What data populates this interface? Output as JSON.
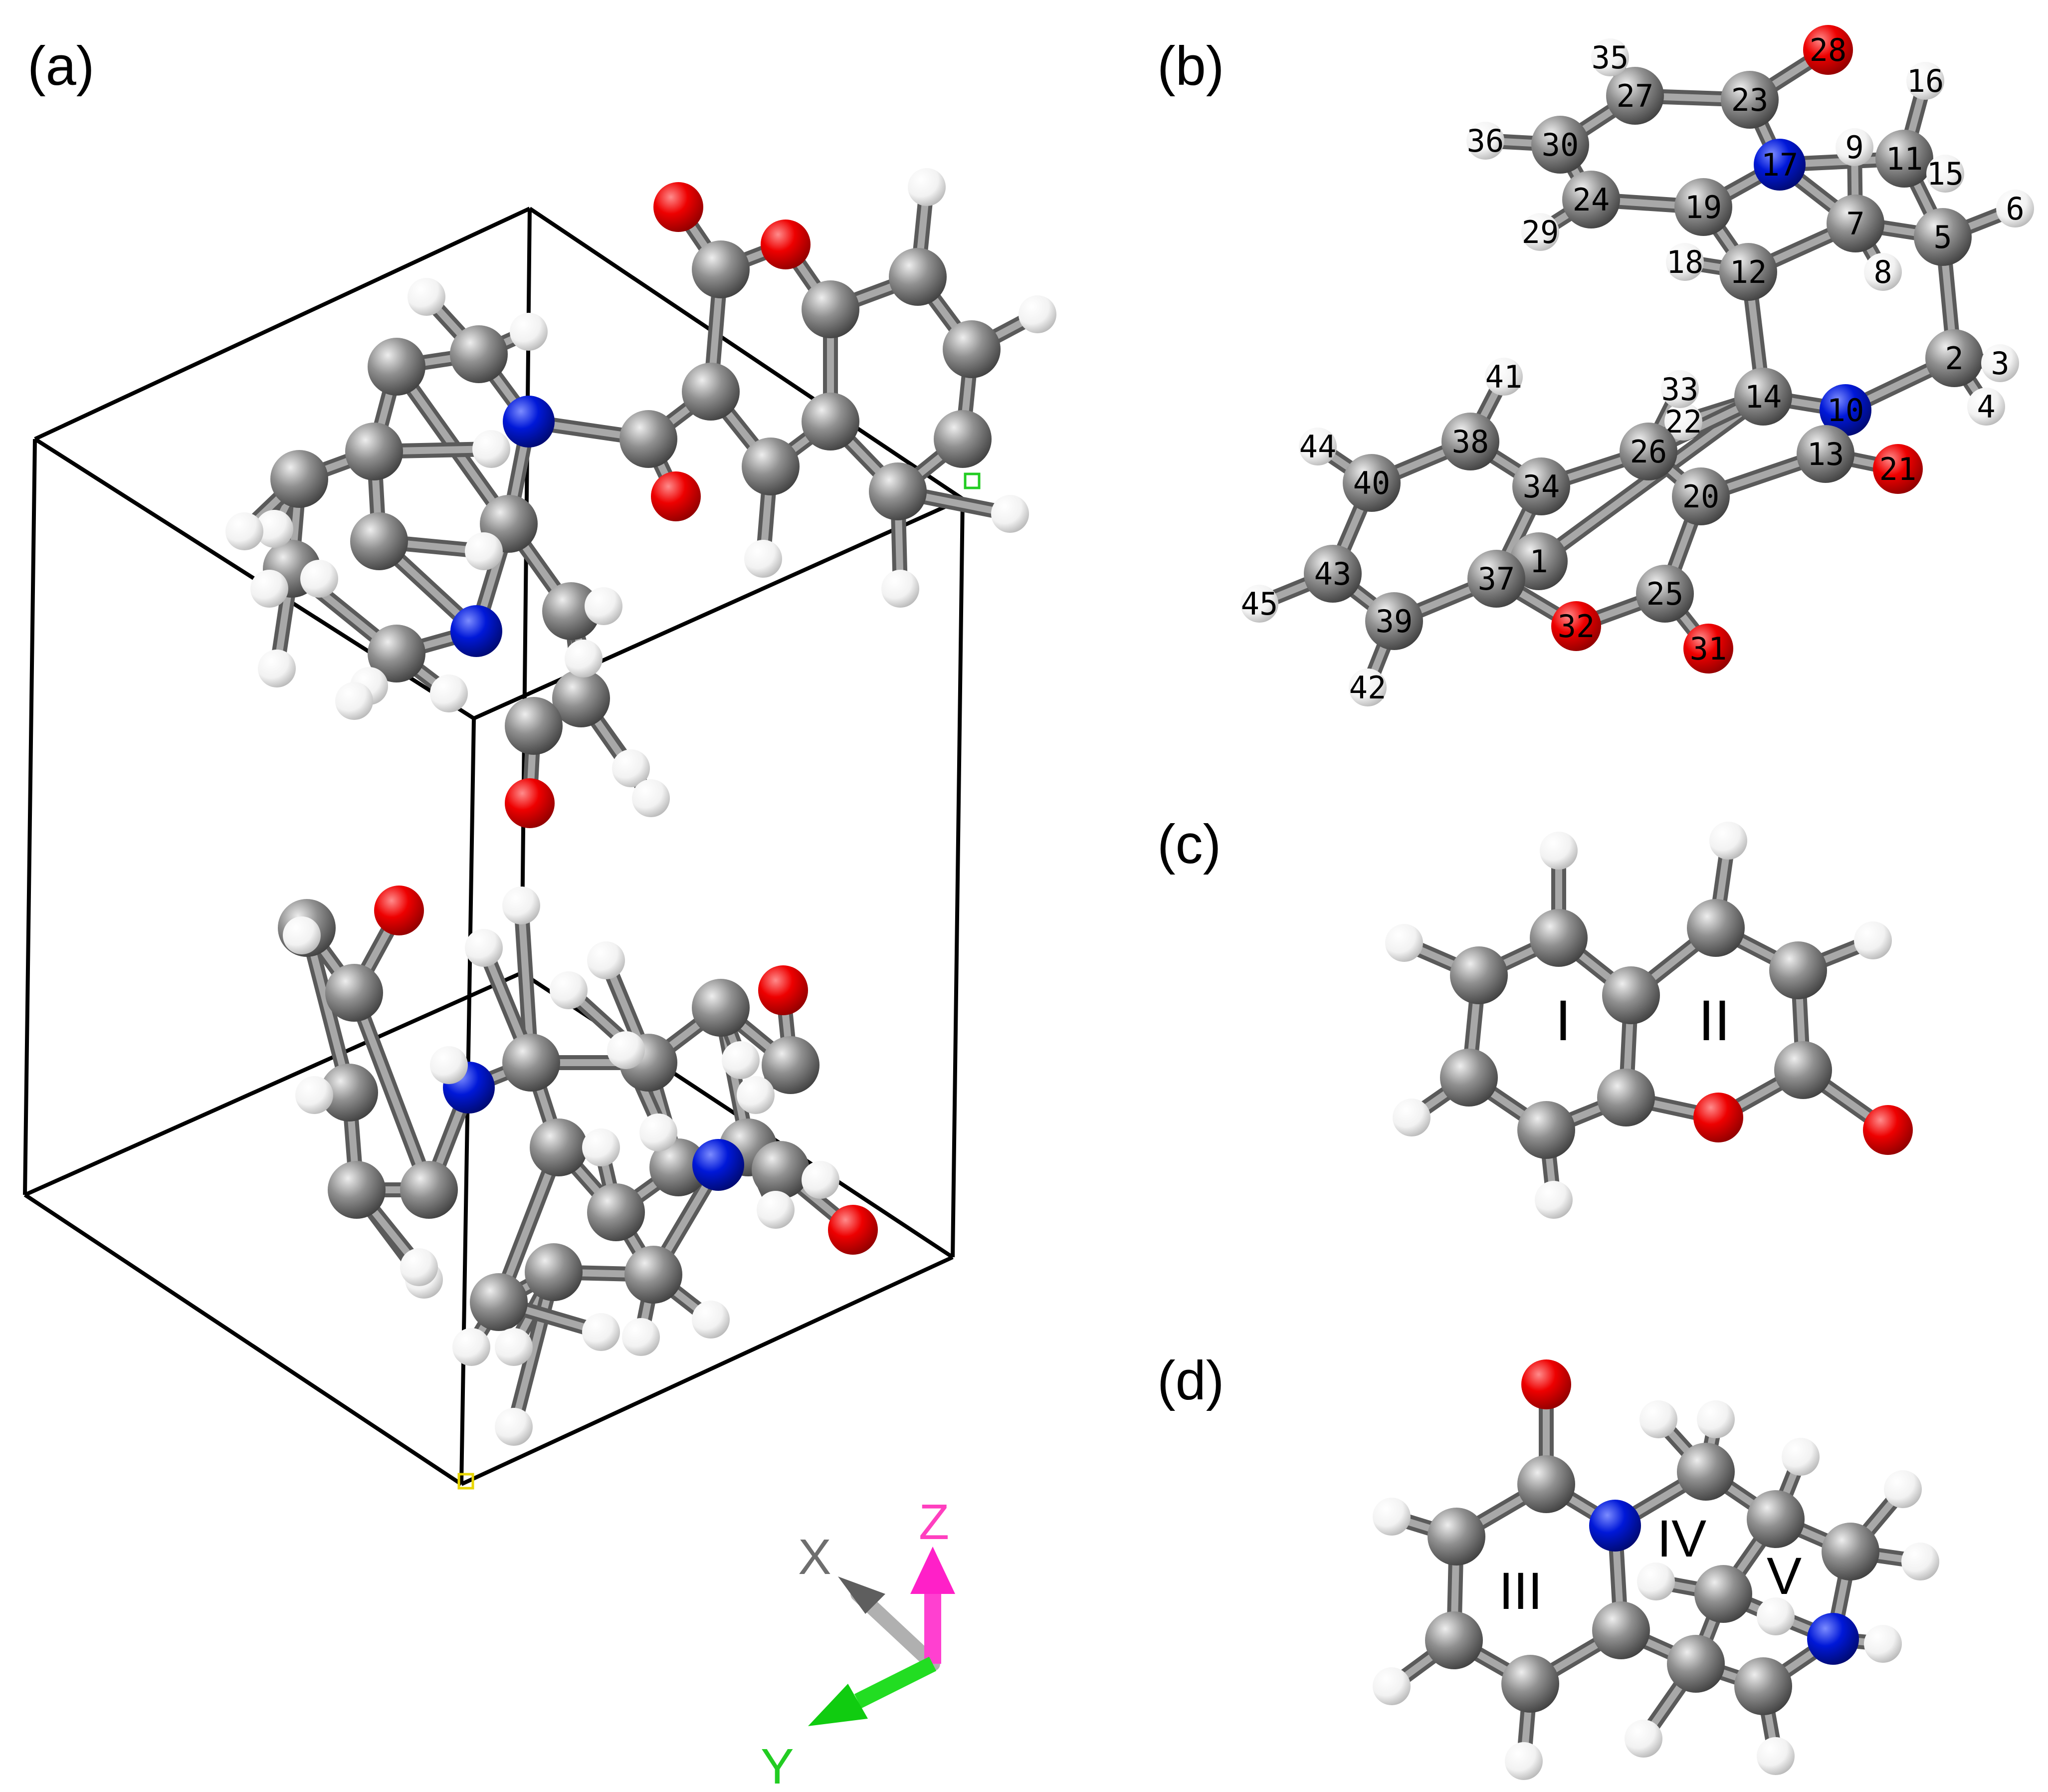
{
  "panels": {
    "a": {
      "label": "(a)"
    },
    "b": {
      "label": "(b)"
    },
    "c": {
      "label": "(c)"
    },
    "d": {
      "label": "(d)"
    }
  },
  "axes": {
    "x": "X",
    "y": "Y",
    "z": "Z"
  },
  "rings": {
    "r1": "I",
    "r2": "II",
    "r3": "III",
    "r4": "IV",
    "r5": "V"
  },
  "colors": {
    "carbon": "#808080",
    "hydrogen": "#ffffff",
    "oxygen": "#e00000",
    "nitrogen": "#0018d0",
    "bond": "#8c8c8c",
    "cell": "#000000",
    "axis_x": "#6e6e6e",
    "axis_y": "#22cc22",
    "axis_z": "#ff3fbf",
    "label": "#000000"
  },
  "atom_numbers": [
    "1",
    "2",
    "3",
    "4",
    "5",
    "6",
    "7",
    "8",
    "9",
    "10",
    "11",
    "12",
    "13",
    "14",
    "15",
    "16",
    "17",
    "18",
    "19",
    "20",
    "21",
    "22",
    "23",
    "24",
    "25",
    "26",
    "27",
    "28",
    "29",
    "30",
    "31",
    "32",
    "33",
    "34",
    "35",
    "36",
    "37",
    "38",
    "39",
    "40",
    "41",
    "42",
    "43",
    "44",
    "45"
  ]
}
